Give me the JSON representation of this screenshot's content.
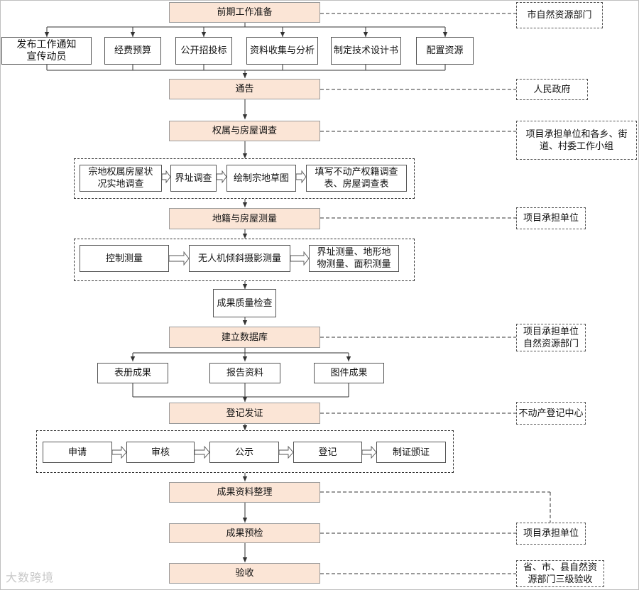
{
  "main_steps": [
    "前期工作准备",
    "通告",
    "权属与房屋调查",
    "地籍与房屋测量",
    "建立数据库",
    "登记发证",
    "成果资料整理",
    "成果预检",
    "验收"
  ],
  "prep_tasks": [
    "发布工作通知\n宣传动员",
    "经费预算",
    "公开招投标",
    "资料收集与分析",
    "制定技术设计书",
    "配置资源"
  ],
  "survey_tasks": [
    "宗地权属房屋状\n况实地调查",
    "界址调查",
    "绘制宗地草图",
    "填写不动产权籍调查\n表、房屋调查表"
  ],
  "measure_tasks": [
    "控制测量",
    "无人机倾斜摄影测量",
    "界址测量、地形地\n物测量、面积测量"
  ],
  "quality_check": "成果质量检查",
  "db_outputs": [
    "表册成果",
    "报告资料",
    "图件成果"
  ],
  "registration_tasks": [
    "申请",
    "审核",
    "公示",
    "登记",
    "制证颁证"
  ],
  "responsible": {
    "prep": "市自然资源部门",
    "notice": "人民政府",
    "survey": "项目承担单位和各乡、街\n道、村委工作小组",
    "measure": "项目承担单位",
    "database": "项目承担单位\n自然资源部门",
    "register": "不动产登记中心",
    "precheck": "项目承担单位",
    "accept": "省、市、县自然资\n源部门三级验收"
  },
  "watermark": "大数跨境"
}
